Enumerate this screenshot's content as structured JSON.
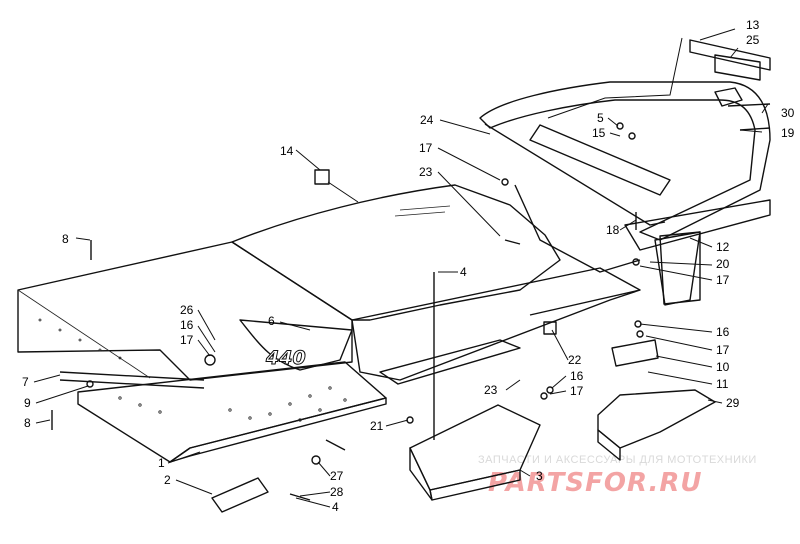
{
  "diagram": {
    "model_badge": "440",
    "callouts": [
      {
        "id": "c13",
        "label": "13"
      },
      {
        "id": "c25",
        "label": "25"
      },
      {
        "id": "c5",
        "label": "5"
      },
      {
        "id": "c30",
        "label": "30"
      },
      {
        "id": "c15",
        "label": "15"
      },
      {
        "id": "c19",
        "label": "19"
      },
      {
        "id": "c24",
        "label": "24"
      },
      {
        "id": "c14",
        "label": "14"
      },
      {
        "id": "c17a",
        "label": "17"
      },
      {
        "id": "c23a",
        "label": "23"
      },
      {
        "id": "c18",
        "label": "18"
      },
      {
        "id": "c12",
        "label": "12"
      },
      {
        "id": "c8a",
        "label": "8"
      },
      {
        "id": "c20",
        "label": "20"
      },
      {
        "id": "c17b",
        "label": "17"
      },
      {
        "id": "c4a",
        "label": "4"
      },
      {
        "id": "c26",
        "label": "26"
      },
      {
        "id": "c16a",
        "label": "16"
      },
      {
        "id": "c6",
        "label": "6"
      },
      {
        "id": "c17c",
        "label": "17"
      },
      {
        "id": "c16b",
        "label": "16"
      },
      {
        "id": "c17d",
        "label": "17"
      },
      {
        "id": "c22",
        "label": "22"
      },
      {
        "id": "c10",
        "label": "10"
      },
      {
        "id": "c7",
        "label": "7"
      },
      {
        "id": "c11",
        "label": "11"
      },
      {
        "id": "c16c",
        "label": "16"
      },
      {
        "id": "c23b",
        "label": "23"
      },
      {
        "id": "c17e",
        "label": "17"
      },
      {
        "id": "c9",
        "label": "9"
      },
      {
        "id": "c29",
        "label": "29"
      },
      {
        "id": "c8b",
        "label": "8"
      },
      {
        "id": "c21",
        "label": "21"
      },
      {
        "id": "c1",
        "label": "1"
      },
      {
        "id": "c3",
        "label": "3"
      },
      {
        "id": "c27",
        "label": "27"
      },
      {
        "id": "c2",
        "label": "2"
      },
      {
        "id": "c28",
        "label": "28"
      },
      {
        "id": "c4b",
        "label": "4"
      }
    ]
  },
  "watermark": {
    "tagline": "ЗАПЧАСТИ И АКСЕССУАРЫ ДЛЯ МОТОТЕХНИКИ",
    "logo": "PARTSFOR.RU"
  }
}
